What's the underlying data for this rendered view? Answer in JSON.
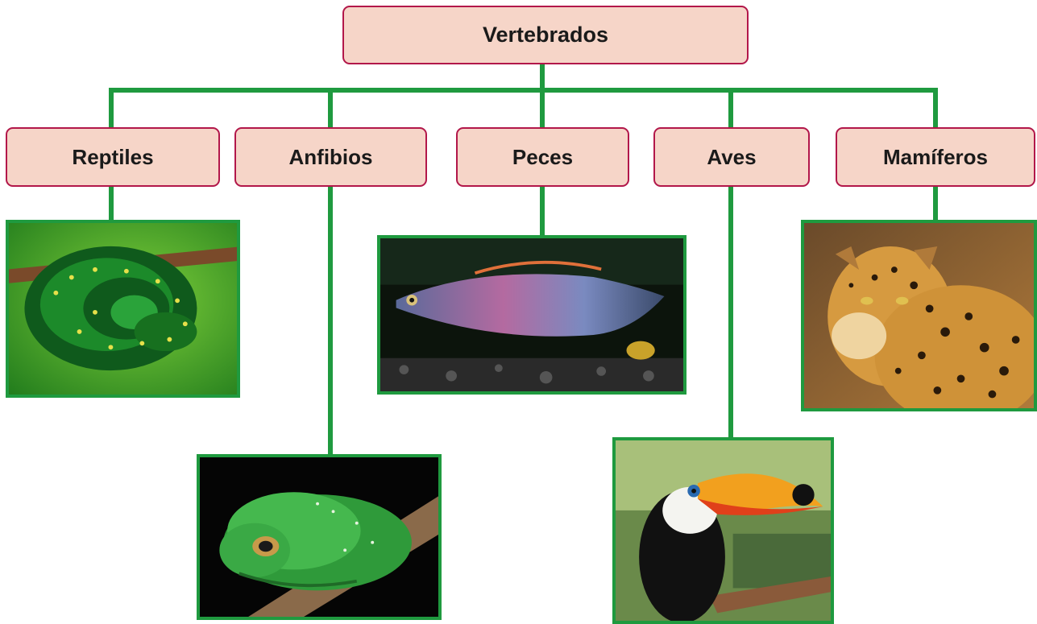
{
  "diagram": {
    "root": {
      "label": "Vertebrados"
    },
    "children": [
      {
        "label": "Reptiles",
        "photo": "green-tree-python-photo"
      },
      {
        "label": "Anfibios",
        "photo": "green-tree-frog-photo"
      },
      {
        "label": "Peces",
        "photo": "cichlid-fish-photo"
      },
      {
        "label": "Aves",
        "photo": "toucan-photo"
      },
      {
        "label": "Mamíferos",
        "photo": "jaguar-photo"
      }
    ],
    "colors": {
      "node_fill": "#f6d5c8",
      "node_border": "#b2174a",
      "connector": "#1f9a3f"
    }
  }
}
